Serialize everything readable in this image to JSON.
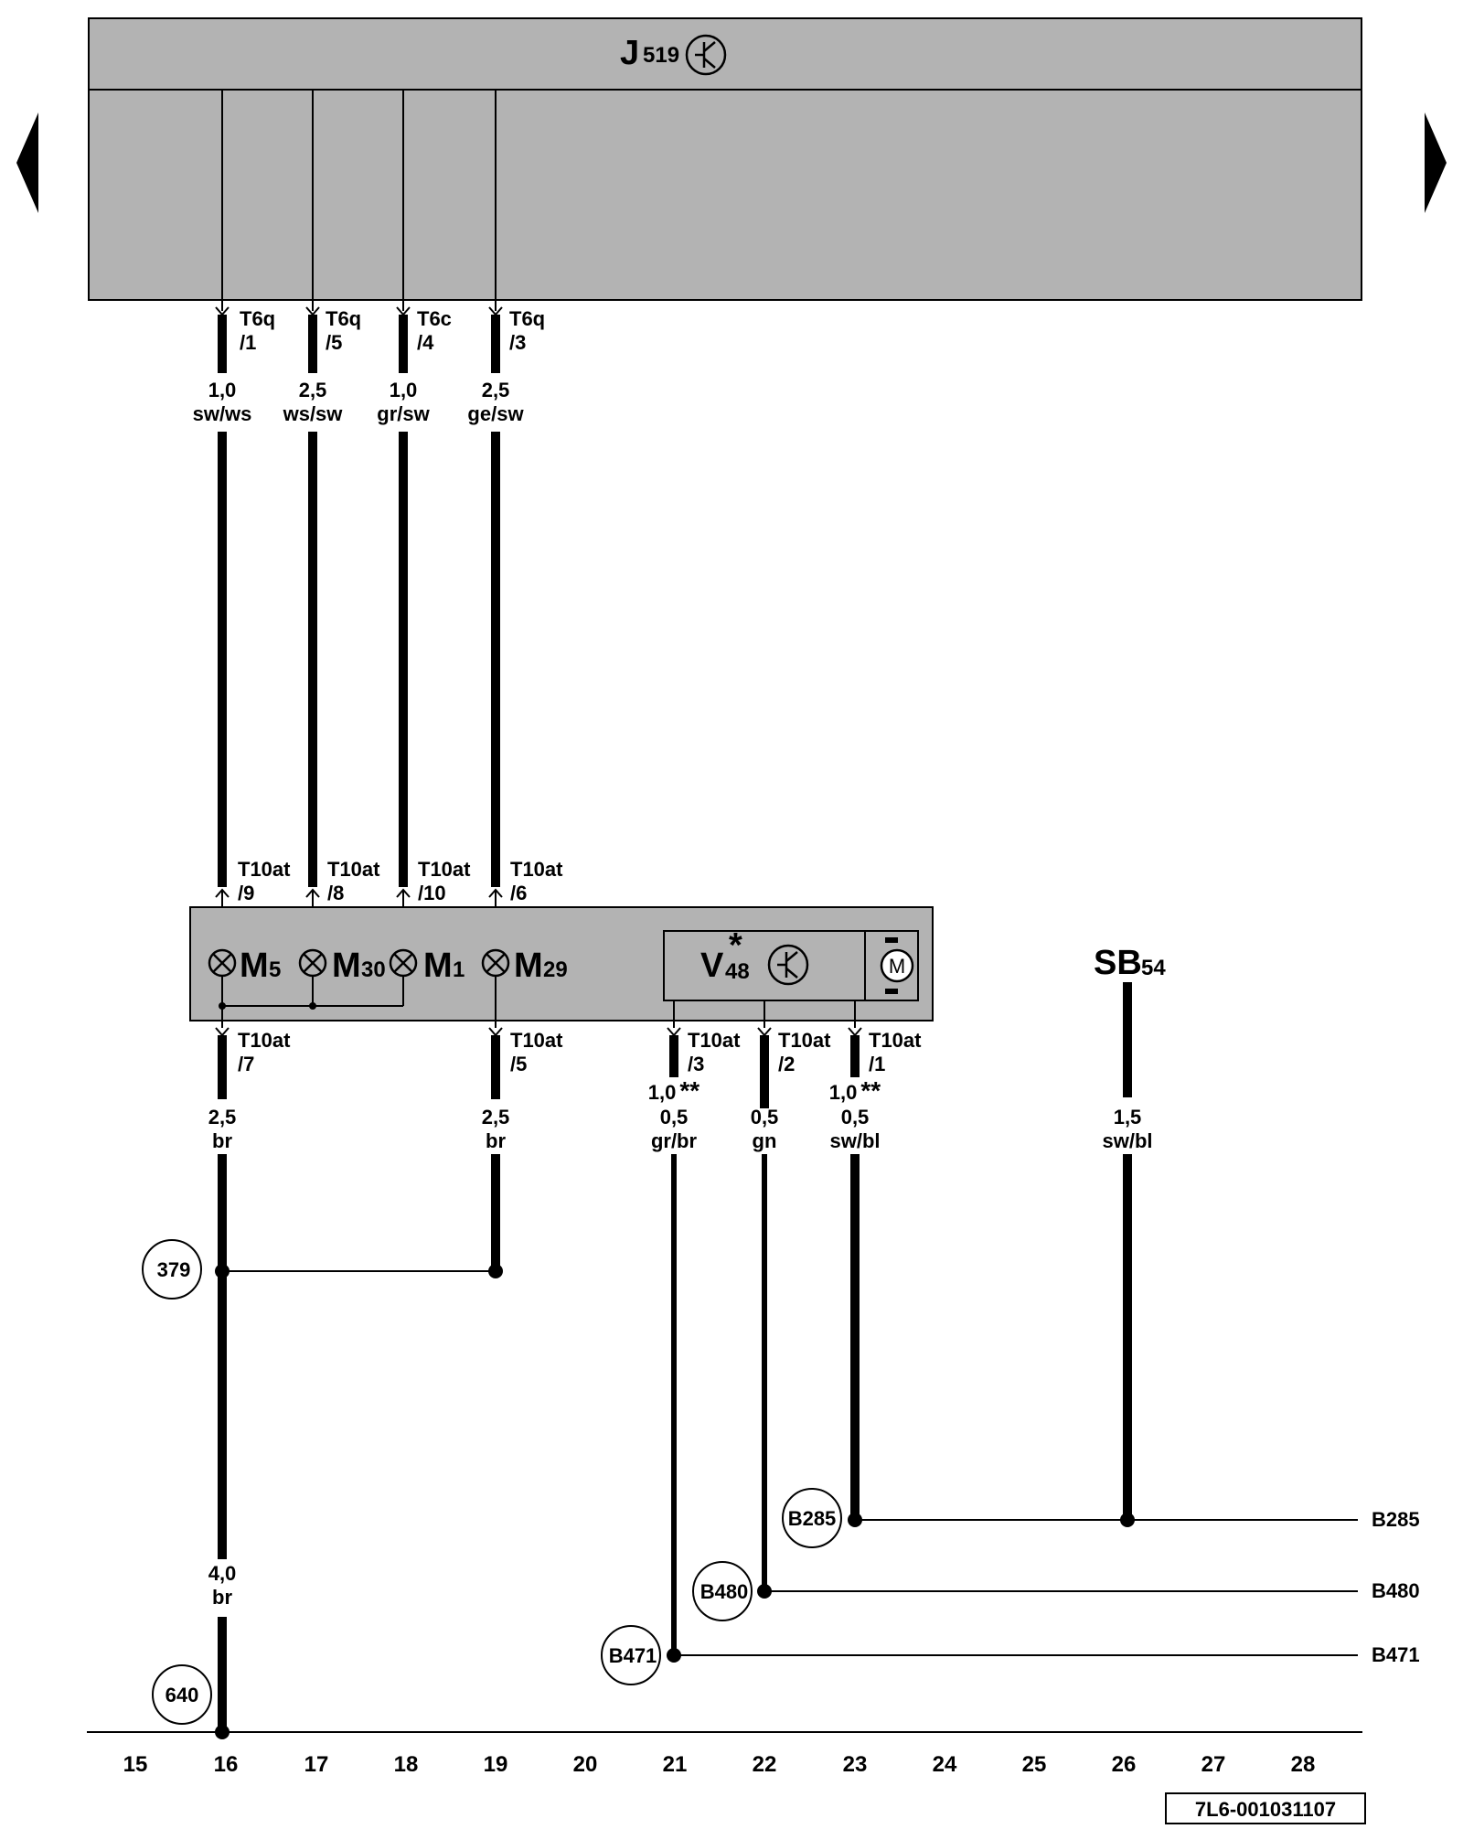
{
  "diagram": {
    "header_component": "J",
    "header_component_sub": "519",
    "doc_id": "7L6-001031107",
    "columns": [
      "15",
      "16",
      "17",
      "18",
      "19",
      "20",
      "21",
      "22",
      "23",
      "24",
      "25",
      "26",
      "27",
      "28"
    ],
    "connectors_top": [
      {
        "name": "T6q",
        "pin": "/1"
      },
      {
        "name": "T6q",
        "pin": "/5"
      },
      {
        "name": "T6c",
        "pin": "/4"
      },
      {
        "name": "T6q",
        "pin": "/3"
      }
    ],
    "wires_top": [
      {
        "size": "1,0",
        "color": "sw/ws"
      },
      {
        "size": "2,5",
        "color": "ws/sw"
      },
      {
        "size": "1,0",
        "color": "gr/sw"
      },
      {
        "size": "2,5",
        "color": "ge/sw"
      }
    ],
    "connectors_mid": [
      {
        "name": "T10at",
        "pin": "/9"
      },
      {
        "name": "T10at",
        "pin": "/8"
      },
      {
        "name": "T10at",
        "pin": "/10"
      },
      {
        "name": "T10at",
        "pin": "/6"
      }
    ],
    "lamps": [
      {
        "main": "M",
        "sub": "5"
      },
      {
        "main": "M",
        "sub": "30"
      },
      {
        "main": "M",
        "sub": "1"
      },
      {
        "main": "M",
        "sub": "29"
      }
    ],
    "motor": {
      "main": "V",
      "sub": "48",
      "mark": "*",
      "symbol": "M"
    },
    "fuse": {
      "main": "SB",
      "sub": "54"
    },
    "connectors_low": [
      {
        "name": "T10at",
        "pin": "/7"
      },
      {
        "name": "T10at",
        "pin": "/5"
      },
      {
        "name": "T10at",
        "pin": "/3"
      },
      {
        "name": "T10at",
        "pin": "/2"
      },
      {
        "name": "T10at",
        "pin": "/1"
      }
    ],
    "alt_sizes": [
      "1,0",
      "1,0"
    ],
    "alt_mark": "**",
    "wires_low": [
      {
        "size": "2,5",
        "color": "br"
      },
      {
        "size": "2,5",
        "color": "br"
      },
      {
        "size": "0,5",
        "color": "gr/br"
      },
      {
        "size": "0,5",
        "color": "gn"
      },
      {
        "size": "0,5",
        "color": "sw/bl"
      },
      {
        "size": "1,5",
        "color": "sw/bl"
      }
    ],
    "ground_wire": {
      "size": "4,0",
      "color": "br"
    },
    "points": [
      "379",
      "640",
      "B285",
      "B480",
      "B471"
    ],
    "outputs": [
      "B285",
      "B480",
      "B471"
    ]
  },
  "colors": {
    "module_fill": "#b3b3b3",
    "line": "#000000"
  }
}
